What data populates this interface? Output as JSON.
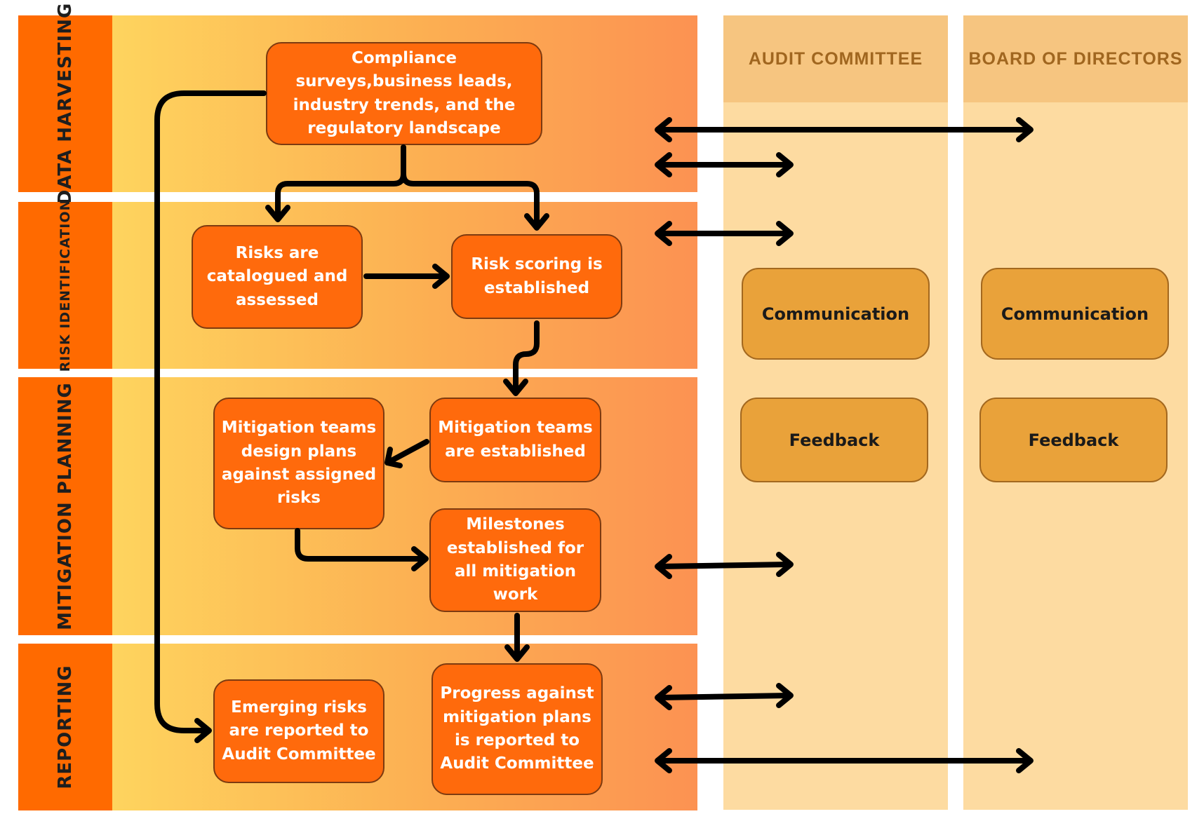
{
  "lanes": [
    {
      "label": "DATA HARVESTING"
    },
    {
      "label": "RISK IDENTIFICATION"
    },
    {
      "label": "MITIGATION PLANNING"
    },
    {
      "label": "REPORTING"
    }
  ],
  "columns": {
    "audit_committee": "AUDIT COMMITTEE",
    "board_of_directors": "BOARD OF DIRECTORS"
  },
  "steps": {
    "compliance_surveys": "Compliance surveys,business leads, industry trends, and the regulatory landscape",
    "risks_catalogued": "Risks are catalogued and assessed",
    "risk_scoring": "Risk scoring is established",
    "mitigation_design": "Mitigation teams design plans against assigned risks",
    "mitigation_established": "Mitigation teams are established",
    "milestones": "Milestones established for all mitigation work",
    "emerging_risks": "Emerging risks are reported to Audit Committee",
    "progress": "Progress against mitigation plans is reported to Audit Committee"
  },
  "side_boxes": {
    "audit_communication": "Communication",
    "audit_feedback": "Feedback",
    "board_communication": "Communication",
    "board_feedback": "Feedback"
  },
  "colors": {
    "lane_label": "#ff6a00",
    "step_box": "#ff6a0c",
    "column_bg": "#fddba1",
    "column_header": "#f6c580",
    "side_box": "#e9a23a",
    "arrow": "#000000"
  }
}
